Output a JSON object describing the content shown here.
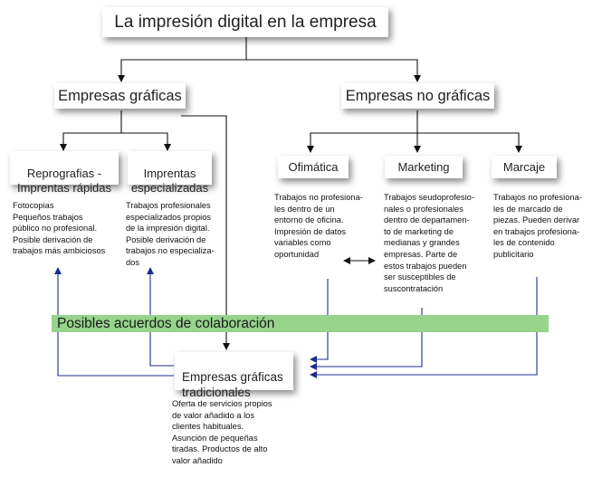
{
  "title": "La impresión digital en la empresa",
  "graficas": {
    "label": "Empresas gráficas",
    "children": [
      {
        "label": "Reprografias -\nImprentas rápidas",
        "desc": "Fotocopias\nPequeños trabajos\npúblico no profesional.\nPosible derivación de\ntrabajos más ambiciosos"
      },
      {
        "label": "Imprentas\nespecializadas",
        "desc": "Trabajos profesionales\nespecializados propios\nde la impresión digital.\nPosible derivación de\ntrabajos no especializa-\ndos"
      }
    ]
  },
  "no_graficas": {
    "label": "Empresas no gráficas",
    "children": [
      {
        "label": "Ofimática",
        "desc": "Trabajos no profesiona-\nles dentro de un\nentorno de oficina.\nImpresión de  datos\nvariables como\noportunidad"
      },
      {
        "label": "Marketing",
        "desc": "Trabajos seudoprofesio-\nnales o profesionales\ndentro de departamen-\nto de marketing de\nmedianas y grandes\nempresas. Parte de\nestos trabajos pueden\nser susceptibles de\nsuscontratación"
      },
      {
        "label": "Marcaje",
        "desc": "Trabajos no profesiona-\nles de marcado de\npiezas. Pueden derivar\nen trabajos profesiona-\nles de contenido\npublicitario"
      }
    ]
  },
  "band_label": "Posibles acuerdos de colaboración",
  "tradicionales": {
    "label": "Empresas gráficas\ntradicionales",
    "desc": "Oferta de servicios propios\nde valor añadido a los\nclientes habituales.\nAsunción de pequeñas\ntiradas. Productos de alto\nvalor añadido"
  },
  "colors": {
    "band": "#96d48c",
    "arrow_black": "#111111",
    "arrow_blue": "#1c2d8f"
  },
  "chart_data": {
    "type": "diagram",
    "nodes": [
      "La impresión digital en la empresa",
      "Empresas gráficas",
      "Empresas no gráficas",
      "Reprografias - Imprentas rápidas",
      "Imprentas especializadas",
      "Ofimática",
      "Marketing",
      "Marcaje",
      "Empresas gráficas tradicionales"
    ],
    "edges": [
      [
        "La impresión digital en la empresa",
        "Empresas gráficas"
      ],
      [
        "La impresión digital en la empresa",
        "Empresas no gráficas"
      ],
      [
        "Empresas gráficas",
        "Reprografias - Imprentas rápidas"
      ],
      [
        "Empresas gráficas",
        "Imprentas especializadas"
      ],
      [
        "Empresas gráficas",
        "Empresas gráficas tradicionales"
      ],
      [
        "Empresas no gráficas",
        "Ofimática"
      ],
      [
        "Empresas no gráficas",
        "Marketing"
      ],
      [
        "Empresas no gráficas",
        "Marcaje"
      ],
      [
        "Empresas gráficas tradicionales",
        "Reprografias - Imprentas rápidas"
      ],
      [
        "Empresas gráficas tradicionales",
        "Imprentas especializadas"
      ],
      [
        "Ofimática",
        "Empresas gráficas tradicionales"
      ],
      [
        "Marketing",
        "Empresas gráficas tradicionales"
      ],
      [
        "Marcaje",
        "Empresas gráficas tradicionales"
      ],
      [
        "Ofimática",
        "Marketing"
      ]
    ]
  }
}
